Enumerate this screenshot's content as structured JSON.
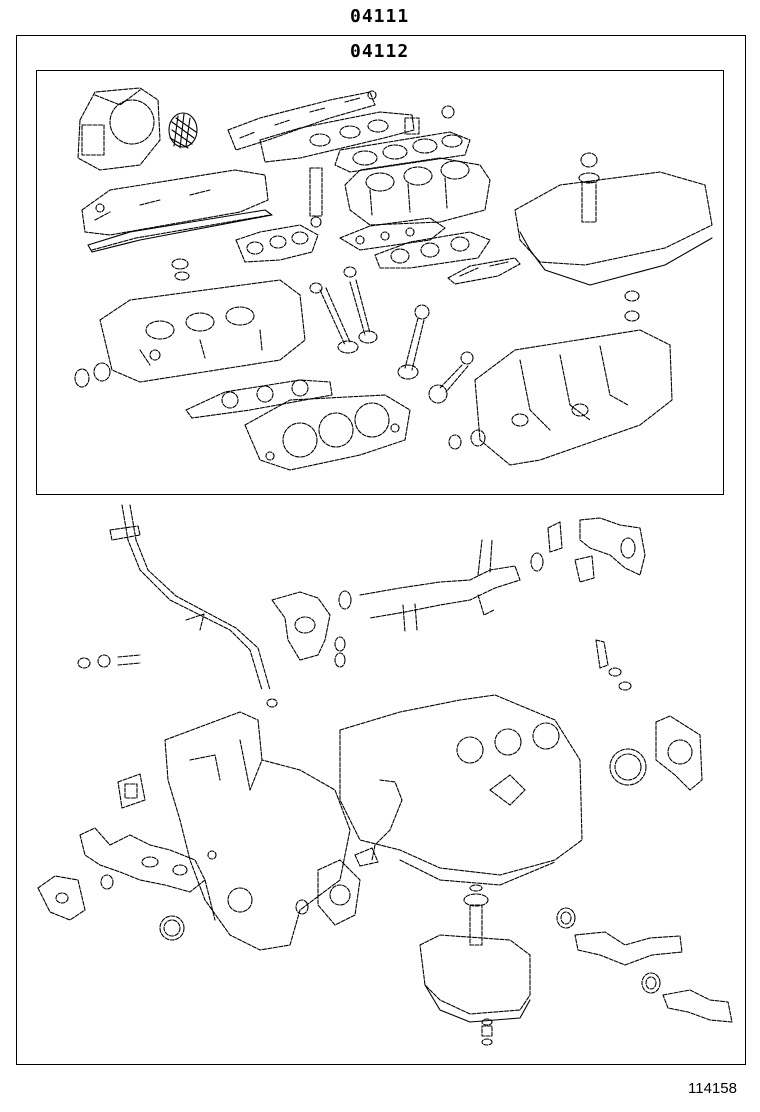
{
  "kit_labels": {
    "outer": "04111",
    "inner": "04112"
  },
  "figure_number": "114158"
}
